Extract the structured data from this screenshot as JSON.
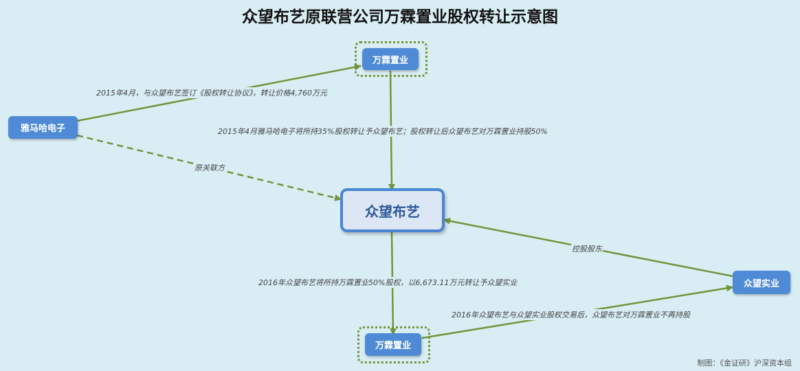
{
  "title": "众望布艺原联营公司万霖置业股权转让示意图",
  "nodes": {
    "wanlin_top": "万霖置业",
    "yamaha": "雅马哈电子",
    "zhongwang_buyi": "众望布艺",
    "zhongwang_shiye": "众望实业",
    "wanlin_bottom": "万霖置业"
  },
  "edges": {
    "e1": "2015年4月，与众望布艺签订《股权转让协议》，转让价格4,760万元",
    "e2": "2015年4月雅马哈电子将所持35%股权转让予众望布艺；股权转让后众望布艺对万霖置业持股50%",
    "e3": "原关联方",
    "e4": "控股股东",
    "e5": "2016年众望布艺将所持万霖置业50%股权，以6,673.11万元转让予众望实业",
    "e6": "2016年众望布艺与众望实业股权交易后，众望布艺对万霖置业不再持股"
  },
  "credit": "制图：《金证研》沪深资本组",
  "colors": {
    "background": "#d9edf4",
    "node": "#4e8ad6",
    "edge": "#6f9638",
    "main_node_border": "#4a85d3"
  }
}
